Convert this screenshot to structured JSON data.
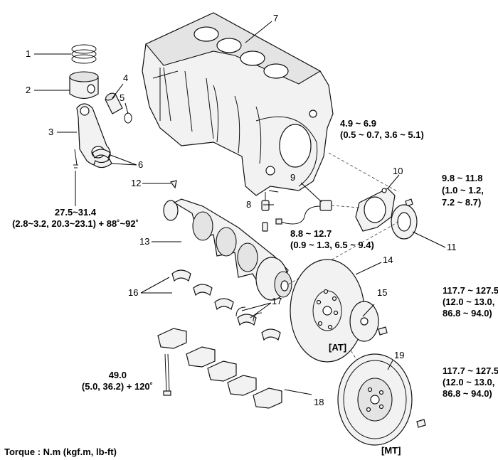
{
  "callouts": [
    "1",
    "2",
    "3",
    "4",
    "5",
    "6",
    "7",
    "8",
    "9",
    "10",
    "11",
    "12",
    "13",
    "14",
    "15",
    "16",
    "17",
    "18",
    "19"
  ],
  "torques": {
    "t_sensor": [
      "4.9 ~ 6.9",
      "(0.5 ~ 0.7, 3.6 ~ 5.1)"
    ],
    "t_seal": [
      "9.8 ~ 11.8",
      "(1.0 ~ 1.2,",
      "7.2 ~ 8.7)"
    ],
    "t_rod": [
      "27.5~31.4",
      "(2.8~3.2, 20.3~23.1) + 88˚~92˚"
    ],
    "t_plug": [
      "8.8 ~ 12.7",
      "(0.9 ~ 1.3, 6.5 ~ 9.4)"
    ],
    "t_flex": [
      "117.7 ~ 127.5",
      "(12.0 ~ 13.0,",
      "86.8 ~ 94.0)"
    ],
    "t_fly": [
      "117.7 ~ 127.5",
      "(12.0 ~ 13.0,",
      "86.8 ~ 94.0)"
    ],
    "t_main": [
      "49.0",
      "(5.0, 36.2) + 120˚"
    ]
  },
  "variants": {
    "at": "[AT]",
    "mt": "[MT]"
  },
  "footer": "Torque : N.m (kgf.m, lb-ft)"
}
